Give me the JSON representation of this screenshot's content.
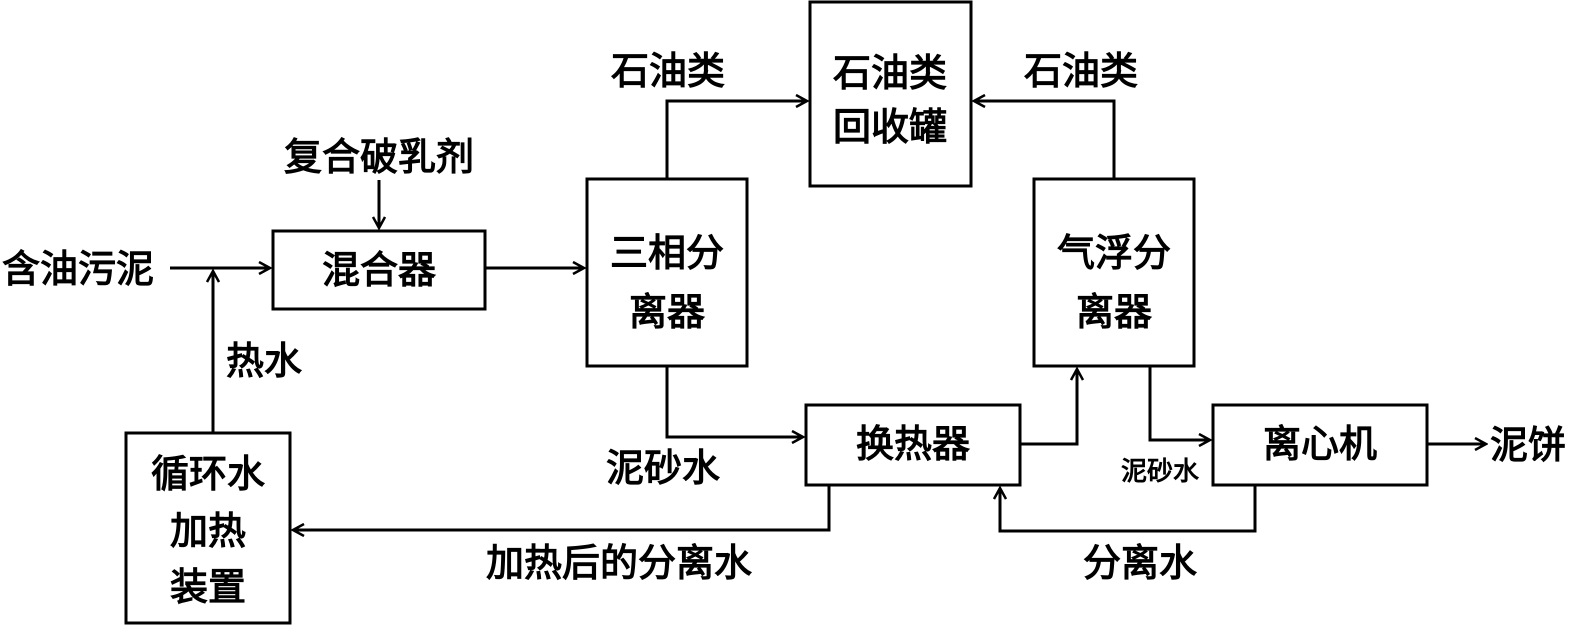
{
  "nodes": {
    "mixer": "混合器",
    "three_phase_separator": [
      "三相分",
      "离器"
    ],
    "oil_recovery_tank": [
      "石油类",
      "回收罐"
    ],
    "air_flotation_separator": [
      "气浮分",
      "离器"
    ],
    "heat_exchanger": "换热器",
    "centrifuge": "离心机",
    "circulating_water_heater": [
      "循环水",
      "加热",
      "装置"
    ]
  },
  "labels": {
    "oily_sludge": "含油污泥",
    "demulsifier": "复合破乳剂",
    "hot_water": "热水",
    "petroleum_left": "石油类",
    "petroleum_right": "石油类",
    "sandy_water_left": "泥砂水",
    "sandy_water_right": "泥砂水",
    "mud_cake": "泥饼",
    "heated_separated_water": "加热后的分离水",
    "separated_water": "分离水"
  }
}
